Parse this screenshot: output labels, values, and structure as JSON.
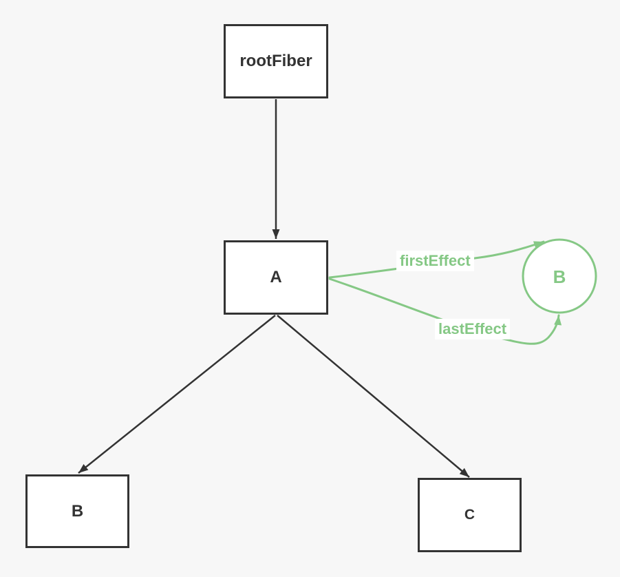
{
  "diagram": {
    "colors": {
      "background": "#f7f7f7",
      "ink": "#333333",
      "node_fill": "#ffffff",
      "effect_green": "#85c885"
    },
    "nodes": {
      "root": {
        "label": "rootFiber"
      },
      "a": {
        "label": "A"
      },
      "child_b": {
        "label": "B"
      },
      "child_c": {
        "label": "C"
      },
      "effect_b": {
        "label": "B"
      }
    },
    "edges": {
      "first_effect_label": "firstEffect",
      "last_effect_label": "lastEffect"
    }
  }
}
